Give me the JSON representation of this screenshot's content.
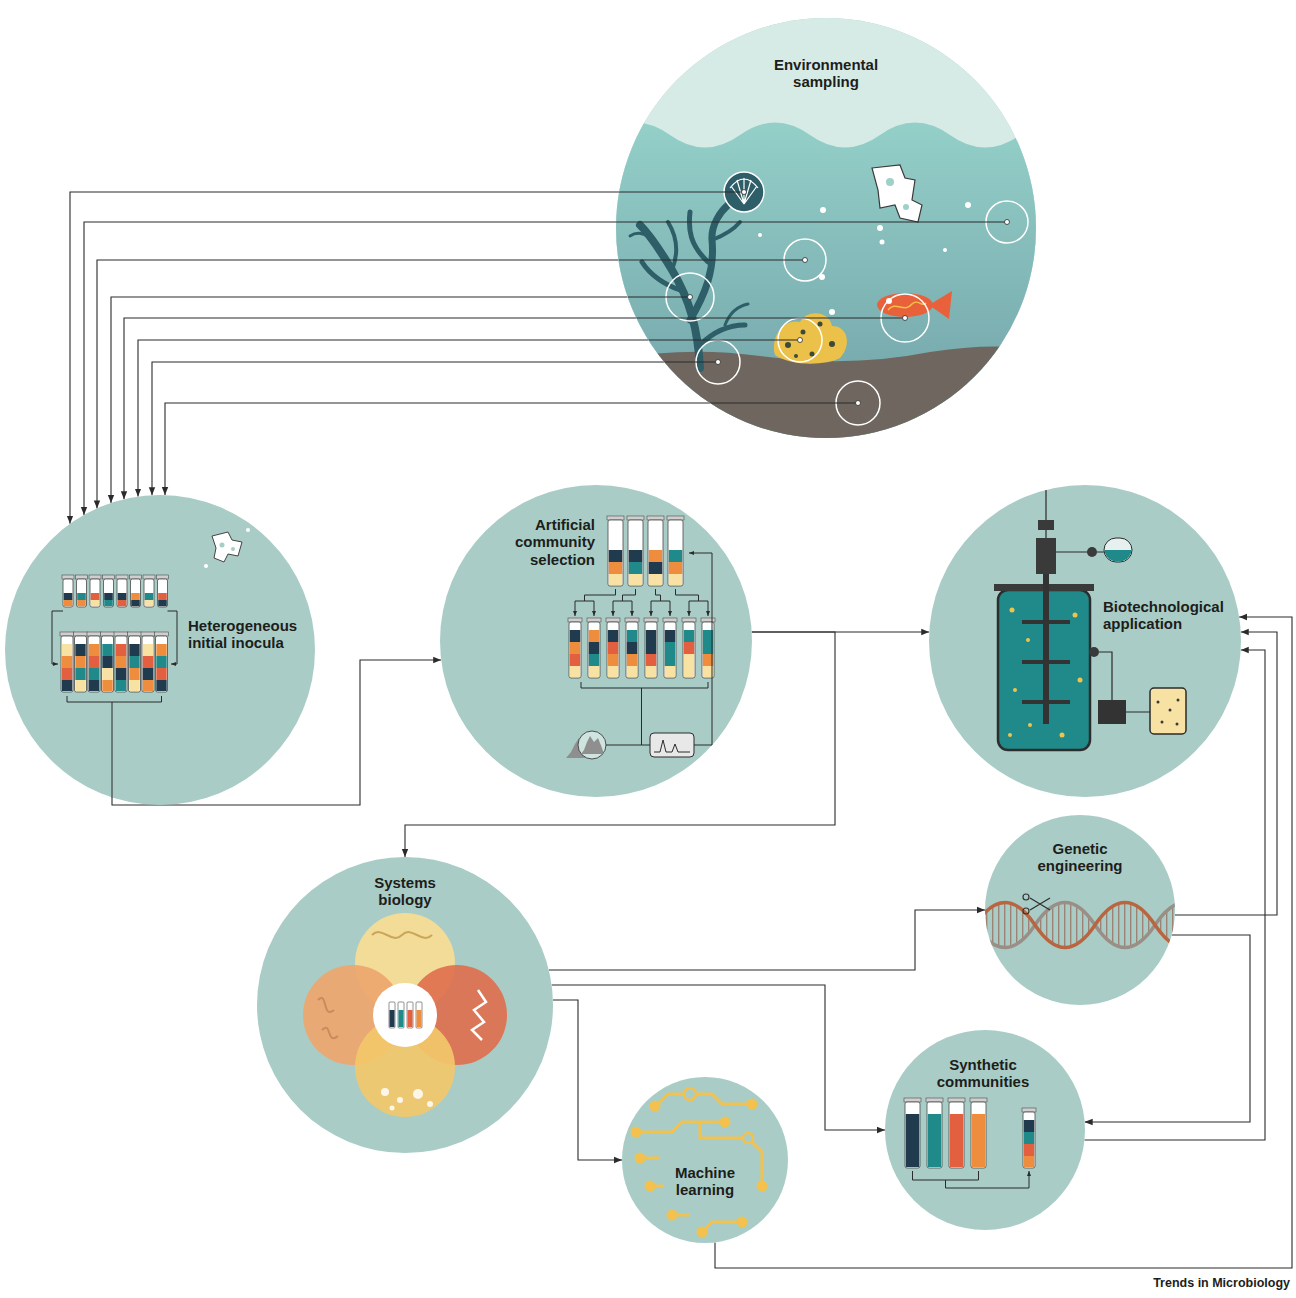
{
  "diagram": {
    "nodes": [
      {
        "text": [
          "Environmental sampling"
        ]
      },
      {
        "text": [
          "Heterogeneous initial inocula"
        ]
      },
      {
        "text": [
          "Artificial community selection"
        ]
      },
      {
        "text": [
          "Biotechnological application"
        ]
      },
      {
        "text": [
          "Systems biology"
        ]
      },
      {
        "text": [
          "Genetic engineering"
        ]
      },
      {
        "text": [
          "Machine learning"
        ]
      },
      {
        "text": [
          "Synthetic communities"
        ]
      }
    ],
    "edges": [
      {
        "from": 0,
        "to": 1,
        "arrow": "to"
      },
      {
        "from": 0,
        "to": 1,
        "arrow": "to"
      },
      {
        "from": 0,
        "to": 1,
        "arrow": "to"
      },
      {
        "from": 0,
        "to": 1,
        "arrow": "to"
      },
      {
        "from": 0,
        "to": 1,
        "arrow": "to"
      },
      {
        "from": 0,
        "to": 1,
        "arrow": "to"
      },
      {
        "from": 0,
        "to": 1,
        "arrow": "to"
      },
      {
        "from": 0,
        "to": 1,
        "arrow": "to"
      },
      {
        "from": 1,
        "to": 2,
        "arrow": "to"
      },
      {
        "from": 2,
        "to": 3,
        "arrow": "to"
      },
      {
        "from": 2,
        "to": 4,
        "arrow": "to"
      },
      {
        "from": 4,
        "to": 5,
        "arrow": "to"
      },
      {
        "from": 4,
        "to": 7,
        "arrow": "to"
      },
      {
        "from": 4,
        "to": 6,
        "arrow": "to"
      },
      {
        "from": 5,
        "to": 3,
        "arrow": "to"
      },
      {
        "from": 5,
        "to": 7,
        "arrow": "to"
      },
      {
        "from": 7,
        "to": 3,
        "arrow": "to"
      },
      {
        "from": 6,
        "to": 3,
        "arrow": "to"
      }
    ],
    "labels": [
      "Trends in Microbiology"
    ]
  }
}
